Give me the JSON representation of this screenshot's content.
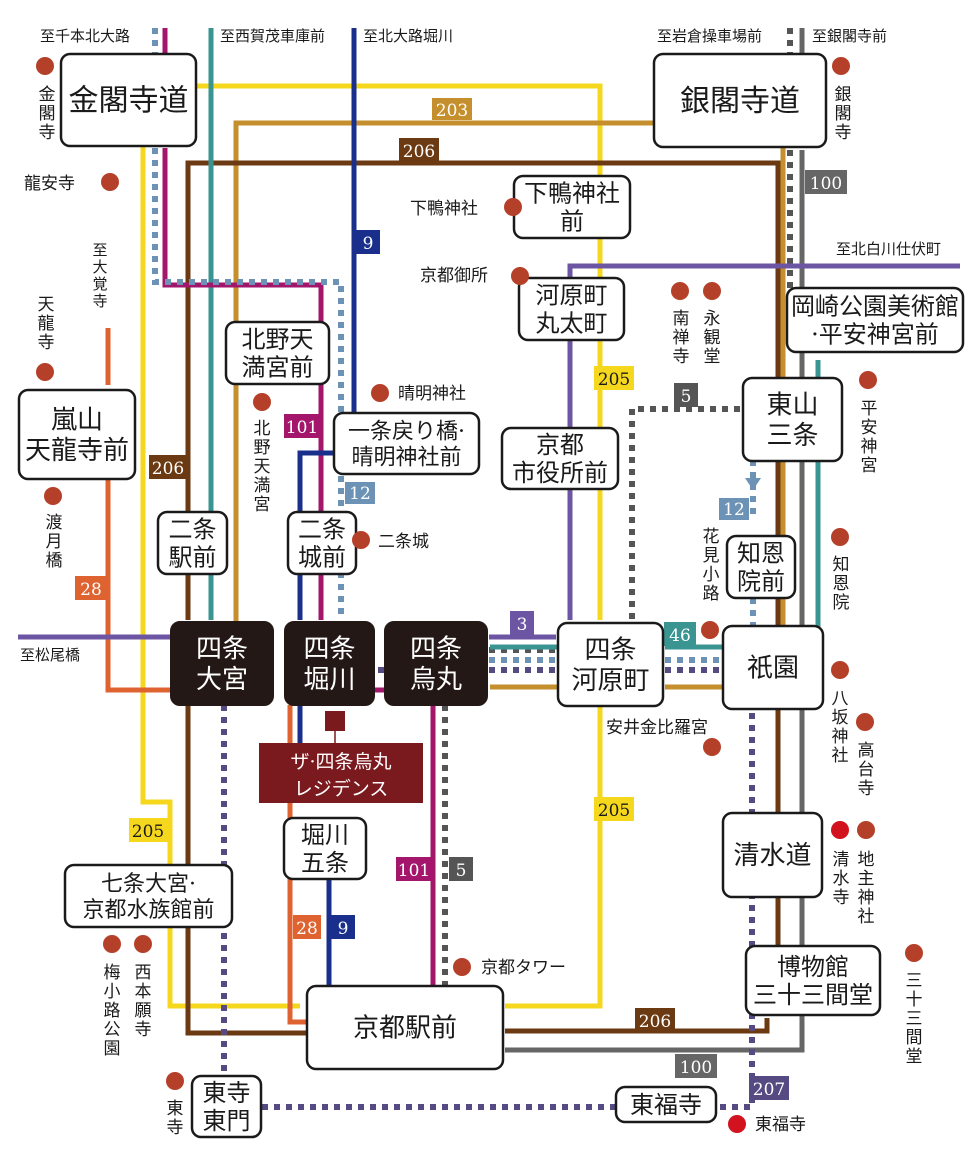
{
  "colors": {
    "yellow_205": "#f5d81e",
    "gold_203": "#c48f2c",
    "brown_206": "#6b3a12",
    "teal_46": "#3a9592",
    "magenta_101": "#a3166b",
    "navy_9": "#1a2f8c",
    "orange_28": "#df6330",
    "purple_3": "#6c56a3",
    "gray_100": "#666666",
    "darkgray_5": "#555555",
    "blue_dotted_12": "#6c93b6",
    "purple_dotted_207": "#564a82",
    "poi": "#b5402a",
    "poi_red": "#d2121e",
    "residence": "#7a1a1e",
    "hub": "#231815"
  },
  "destinations": [
    {
      "id": "senbon",
      "text": "至千本北大路"
    },
    {
      "id": "nishigamo",
      "text": "至西賀茂車庫前"
    },
    {
      "id": "kitaoji",
      "text": "至北大路堀川"
    },
    {
      "id": "iwakura",
      "text": "至岩倉操車場前"
    },
    {
      "id": "ginkakuji_mae",
      "text": "至銀閣寺前"
    },
    {
      "id": "kitashirakawa",
      "text": "至北白川仕伏町"
    },
    {
      "id": "daikakuji",
      "text": "至大覚寺"
    },
    {
      "id": "matsuo",
      "text": "至松尾橋"
    }
  ],
  "stops": {
    "kinkakuji_michi": [
      "金閣寺道"
    ],
    "ginkakuji_michi": [
      "銀閣寺道"
    ],
    "shimogamo": [
      "下鴨神社",
      "前"
    ],
    "kawaramachi_marutamachi": [
      "河原町",
      "丸太町"
    ],
    "okazaki": [
      "岡崎公園美術館",
      "·平安神宮前"
    ],
    "kitano": [
      "北野天",
      "満宮前"
    ],
    "arashiyama": [
      "嵐山",
      "天龍寺前"
    ],
    "ichijo": [
      "一条戻り橋·",
      "晴明神社前"
    ],
    "shiyakusho": [
      "京都",
      "市役所前"
    ],
    "higashiyama": [
      "東山",
      "三条"
    ],
    "nijo_eki": [
      "二条",
      "駅前"
    ],
    "nijojo": [
      "二条",
      "城前"
    ],
    "chionin": [
      "知恩",
      "院前"
    ],
    "shijo_omiya": [
      "四条",
      "大宮"
    ],
    "shijo_horikawa": [
      "四条",
      "堀川"
    ],
    "shijo_karasuma": [
      "四条",
      "烏丸"
    ],
    "shijo_kawaramachi": [
      "四条",
      "河原町"
    ],
    "gion": [
      "祇園"
    ],
    "horikawa_gojo": [
      "堀川",
      "五条"
    ],
    "kiyomizu": [
      "清水道"
    ],
    "shichijo": [
      "七条大宮·",
      "京都水族館前"
    ],
    "hakubutsukan": [
      "博物館",
      "三十三間堂"
    ],
    "kyoto_eki": [
      "京都駅前"
    ],
    "toji": [
      "東寺",
      "東門"
    ],
    "tofukuji_stop": [
      "東福寺"
    ]
  },
  "residence": {
    "lines": [
      "ザ·四条烏丸",
      "レジデンス"
    ]
  },
  "route_labels": {
    "r203": "203",
    "r206_top": "206",
    "r206_left": "206",
    "r206_bottom": "206",
    "r100_top": "100",
    "r100_bottom": "100",
    "r9_top": "9",
    "r9_bottom": "9",
    "r205_mid": "205",
    "r205_left": "205",
    "r205_bottom": "205",
    "r5_top": "5",
    "r5_bottom": "5",
    "r101_top": "101",
    "r101_bottom": "101",
    "r12_left": "12",
    "r12_right": "12",
    "r28_left": "28",
    "r28_bottom": "28",
    "r3": "3",
    "r46": "46",
    "r207": "207"
  },
  "pois": {
    "kinkakuji": "金閣寺",
    "ryoanji": "龍安寺",
    "ginkakuji": "銀閣寺",
    "shimogamo_jinja": "下鴨神社",
    "gosho": "京都御所",
    "nanzenji": "南禅寺",
    "eikando": "永観堂",
    "tenryuji": "天龍寺",
    "seimei": "晴明神社",
    "kitano_tenmangu": "北野天満宮",
    "heian": "平安神宮",
    "togetsukyo": "渡月橋",
    "nijojo_poi": "二条城",
    "hanamikoji": "花見小路",
    "chionin_poi": "知恩院",
    "yasui": "安井金比羅宮",
    "yasaka": "八坂神社",
    "kodaiji": "高台寺",
    "kiyomizudera": "清水寺",
    "jishu": "地主神社",
    "sanjusangendo": "三十三間堂",
    "kyoto_tower": "京都タワー",
    "umekoji": "梅小路公園",
    "nishihonganji": "西本願寺",
    "toji_poi": "東寺",
    "tofukuji_poi": "東福寺"
  }
}
